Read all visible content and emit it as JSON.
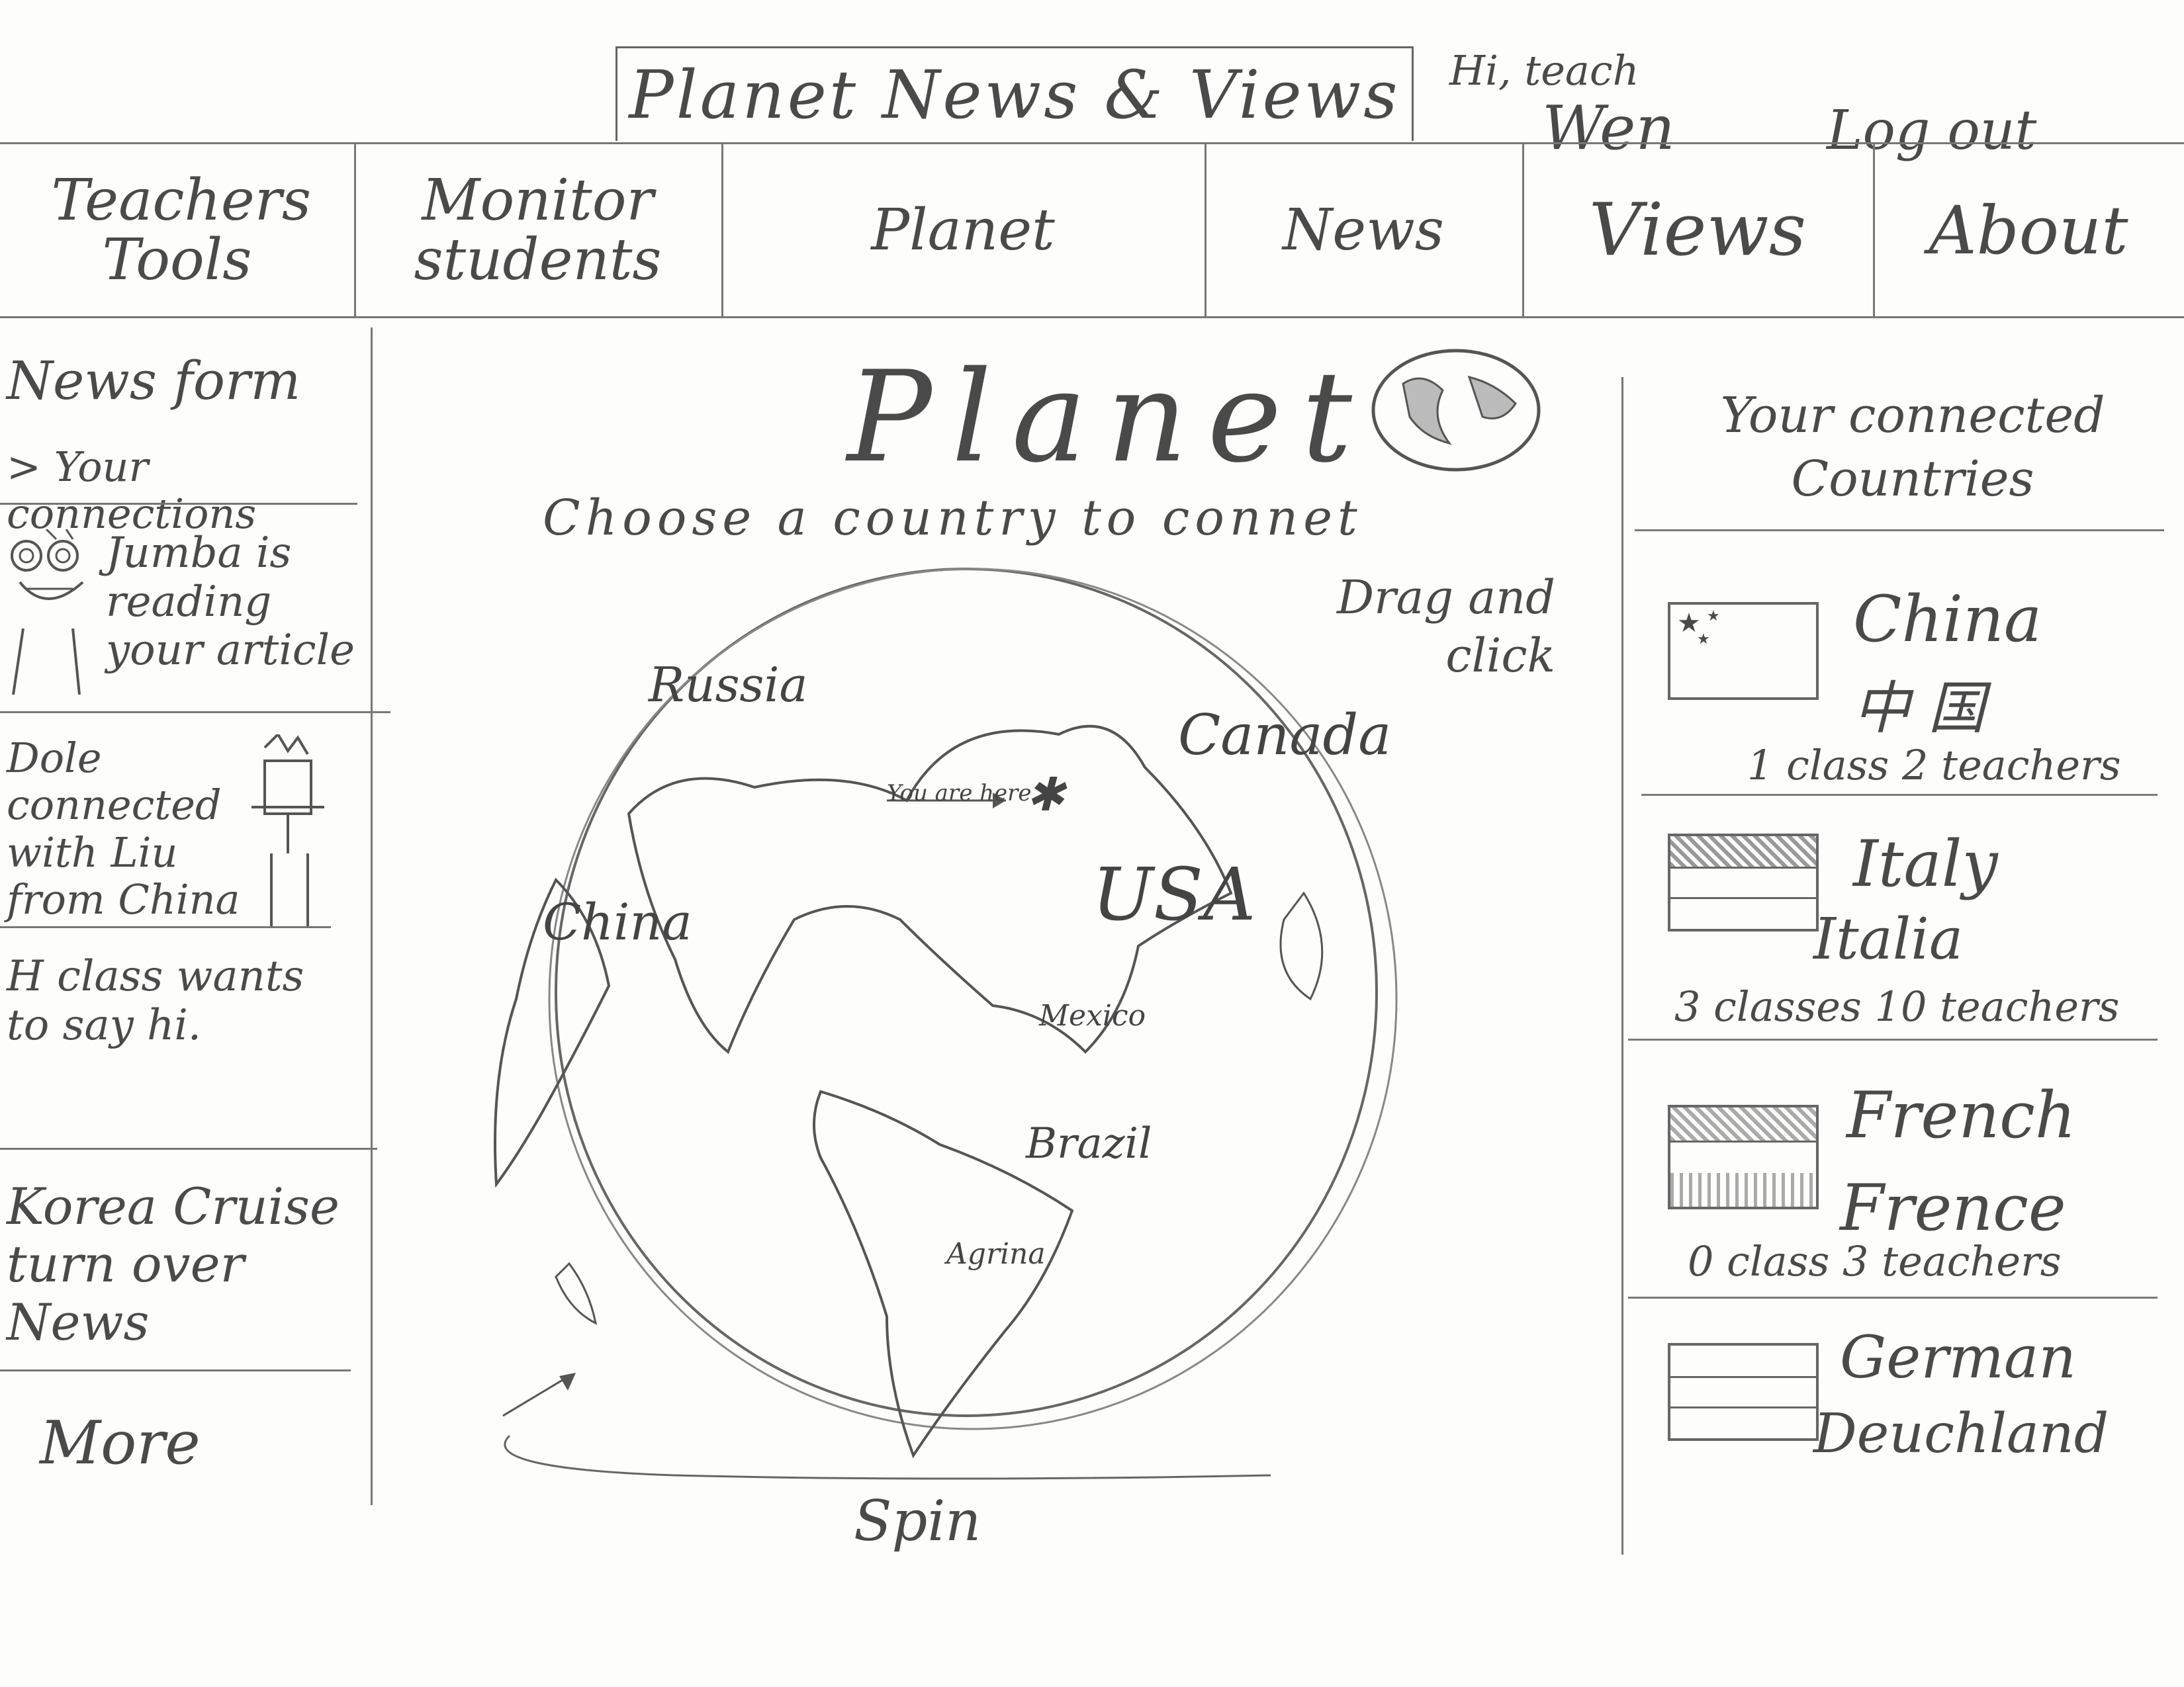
{
  "header": {
    "title": "Planet News & Views",
    "greeting": "Hi, teach",
    "user_name": "Wen",
    "logout_label": "Log out"
  },
  "nav": {
    "items": [
      {
        "label": "Teachers Tools"
      },
      {
        "label": "Monitor students"
      },
      {
        "label": "Planet"
      },
      {
        "label": "News"
      },
      {
        "label": "Views"
      },
      {
        "label": "About"
      }
    ]
  },
  "sidebar": {
    "news_form": "News form",
    "your_connections": "Your connections",
    "feed": [
      {
        "text": "Jumba is reading your article"
      },
      {
        "text": "Dole connected with Liu from China"
      },
      {
        "text": "H class wants to say hi."
      },
      {
        "text": "Korea Cruise turn over News"
      }
    ],
    "more_label": "More"
  },
  "main": {
    "title": "Planet",
    "instruction": "Choose a country to connet",
    "drag_hint": "Drag and click",
    "spin_label": "Spin",
    "map_labels": {
      "russia": "Russia",
      "canada": "Canada",
      "usa": "USA",
      "china": "China",
      "mexico": "Mexico",
      "brazil": "Brazil",
      "argentina": "Agrina",
      "you_are_here": "You are here"
    }
  },
  "connected": {
    "heading": "Your connected Countries",
    "countries": [
      {
        "name": "China",
        "native": "中 国",
        "stats": "1 class   2 teachers"
      },
      {
        "name": "Italy",
        "native": "Italia",
        "stats": "3 classes   10 teachers"
      },
      {
        "name": "French",
        "native": "Frence",
        "stats": "0 class   3 teachers"
      },
      {
        "name": "German",
        "native": "Deuchland",
        "stats": ""
      }
    ]
  },
  "icons": {
    "globe": "globe-icon",
    "avatar_jumba": "smiley-avatar-icon",
    "avatar_dole": "stick-figure-icon"
  }
}
